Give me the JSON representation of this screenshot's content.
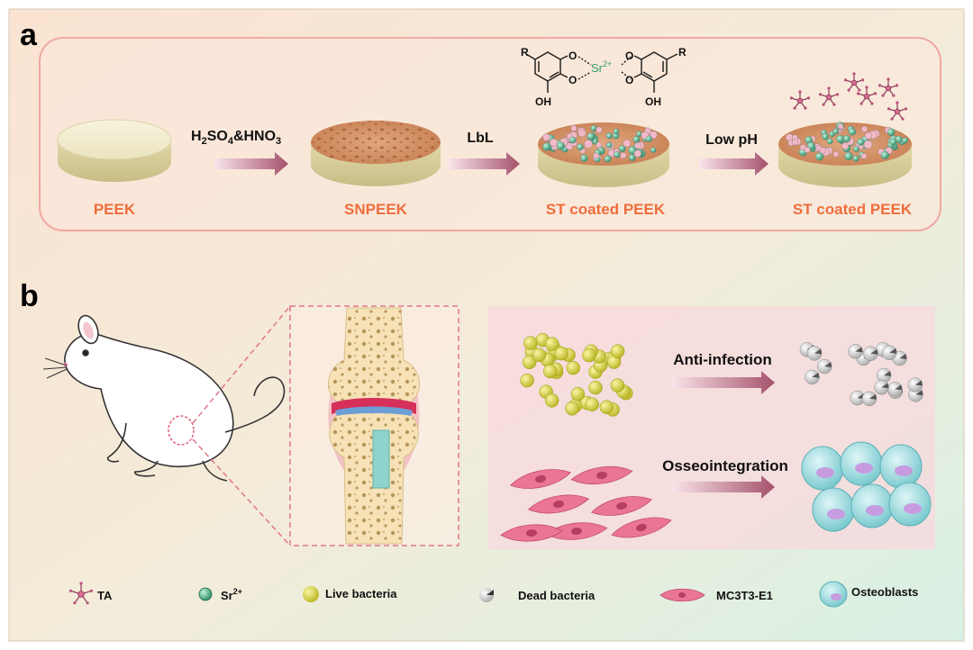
{
  "panel_a": {
    "letter": "a",
    "labels": {
      "peek": "PEEK",
      "snpeek": "SNPEEK",
      "st_coated_1": "ST coated PEEK",
      "st_coated_2": "ST coated PEEK"
    },
    "arrows": {
      "step1": {
        "prefix": "H",
        "sub1": "2",
        "mid": "SO",
        "sub2": "4",
        "mid2": "&HNO",
        "sub3": "3"
      },
      "step2": "LbL",
      "step3": "Low pH"
    },
    "chem": {
      "metal": "Sr",
      "charge": "2+",
      "r_group": "R",
      "hydroxyl": "OH",
      "oxygen": "O"
    }
  },
  "panel_b": {
    "letter": "b",
    "arrows": {
      "anti_infection": "Anti-infection",
      "osseointegration": "Osseointegration"
    }
  },
  "legend": [
    {
      "key": "ta",
      "label": "TA"
    },
    {
      "key": "sr",
      "label": "Sr",
      "sup": "2+"
    },
    {
      "key": "live",
      "label": "Live bacteria"
    },
    {
      "key": "dead",
      "label": "Dead bacteria"
    },
    {
      "key": "mc3t3",
      "label": "MC3T3-E1"
    },
    {
      "key": "osteoblasts",
      "label": "Osteoblasts"
    }
  ],
  "colors": {
    "label_orange": "#f06d3c",
    "arrow_start": "#f7dce4",
    "arrow_end": "#a8566f",
    "sr_green": "#2f9b6b",
    "disc_cream": "#efe9c8",
    "bacteria_yellow": "#d9d43c",
    "cell_pink": "#e9708f",
    "osteoblast_blue": "#8fd3d8"
  }
}
